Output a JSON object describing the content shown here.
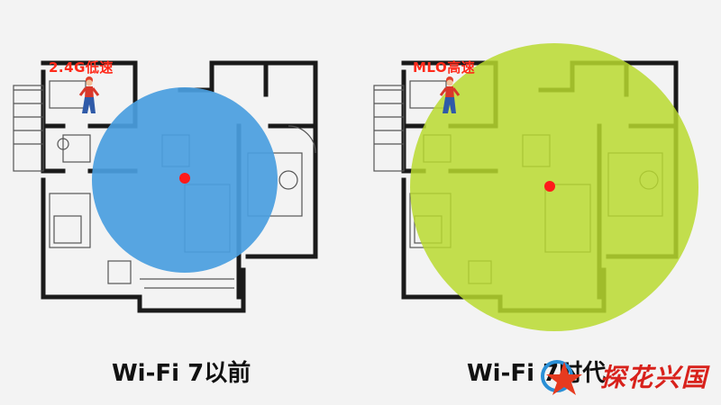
{
  "left_panel": {
    "speed_label": "2.4G低速",
    "caption": "Wi-Fi 7以前",
    "coverage_color": "#4a9ee0",
    "router_color": "#ff1a1a"
  },
  "right_panel": {
    "speed_label": "MLO高速",
    "caption": "Wi-Fi 7时代",
    "coverage_color": "#b9d92f",
    "router_color": "#ff1a1a"
  },
  "watermark": {
    "text": "探花兴国",
    "color": "#d8211b"
  }
}
